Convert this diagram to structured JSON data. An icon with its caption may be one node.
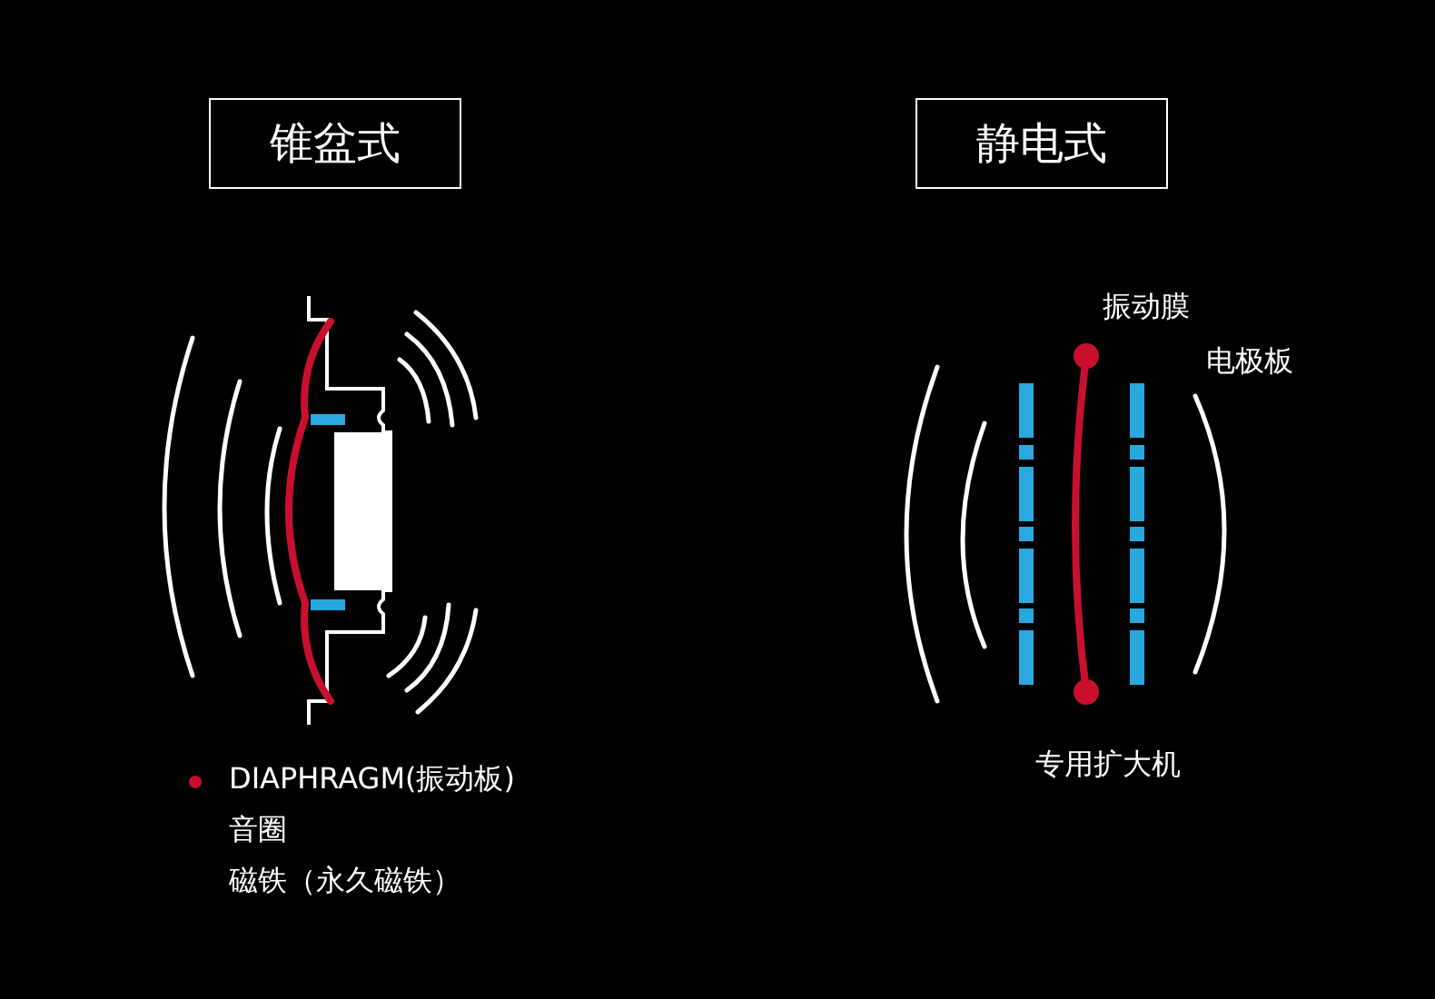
{
  "diagram": {
    "nodes": [
      {
        "text": [
          "锥盆式"
        ]
      },
      {
        "text": [
          "静电式"
        ]
      }
    ],
    "labels": [
      "振动膜",
      "电极板",
      "专用扩大机",
      "音圈",
      "磁铁（永久磁铁）"
    ],
    "legend": [
      {
        "text": "DIAPHRAGM(振动板)",
        "color": "#c8102e"
      }
    ]
  }
}
